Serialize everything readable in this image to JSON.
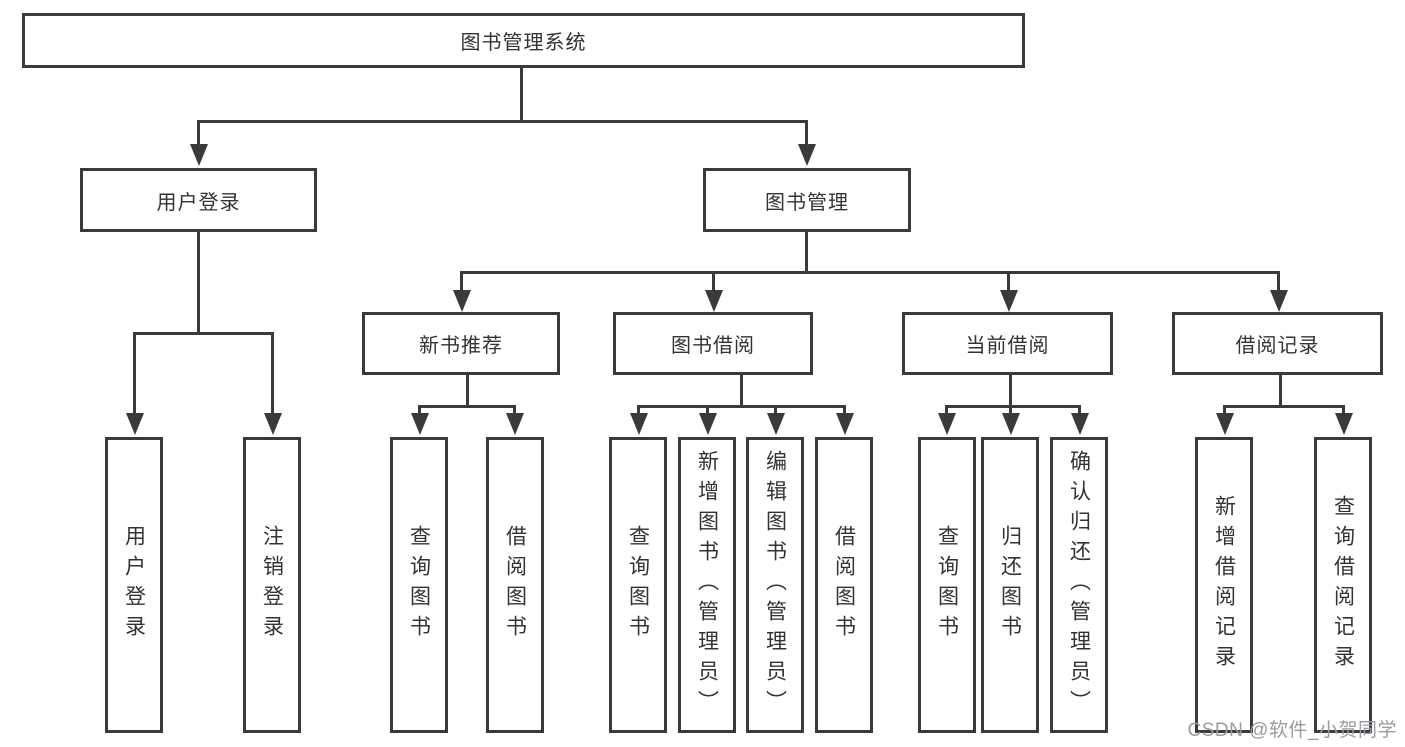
{
  "tree": {
    "label": "图书管理系统",
    "children": [
      {
        "label": "用户登录",
        "children": [
          {
            "label": "用户登录"
          },
          {
            "label": "注销登录"
          }
        ]
      },
      {
        "label": "图书管理",
        "children": [
          {
            "label": "新书推荐",
            "children": [
              {
                "label": "查询图书"
              },
              {
                "label": "借阅图书"
              }
            ]
          },
          {
            "label": "图书借阅",
            "children": [
              {
                "label": "查询图书"
              },
              {
                "label": "新增图书（管理员）"
              },
              {
                "label": "编辑图书（管理员）"
              },
              {
                "label": "借阅图书"
              }
            ]
          },
          {
            "label": "当前借阅",
            "children": [
              {
                "label": "查询图书"
              },
              {
                "label": "归还图书"
              },
              {
                "label": "确认归还（管理员）"
              }
            ]
          },
          {
            "label": "借阅记录",
            "children": [
              {
                "label": "新增借阅记录"
              },
              {
                "label": "查询借阅记录"
              }
            ]
          }
        ]
      }
    ]
  },
  "watermark": "CSDN @软件_小贺同学",
  "colors": {
    "line": "#3a3a3a",
    "text": "#333333",
    "background": "#ffffff",
    "watermark": "#9b9ba1"
  }
}
